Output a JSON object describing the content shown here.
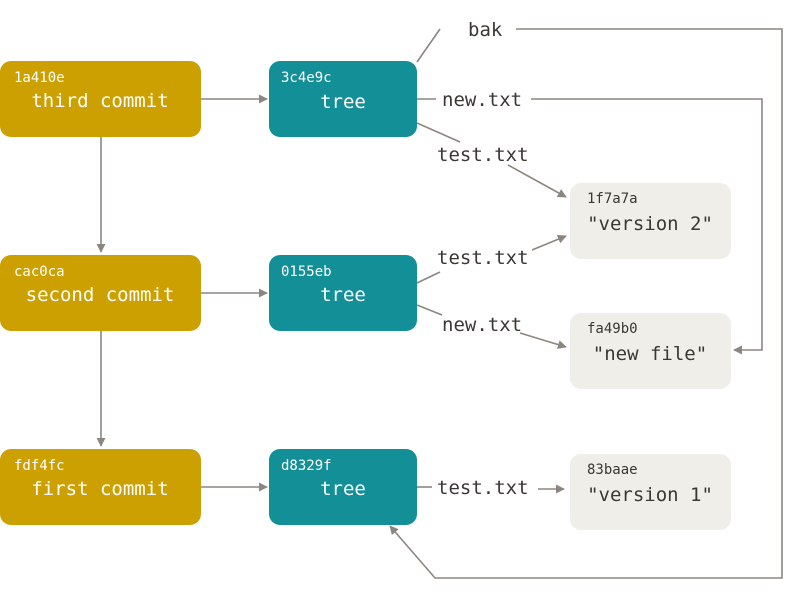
{
  "colors": {
    "commit": "#cca000",
    "tree": "#138f98",
    "blob": "#efeee8",
    "edge": "#8b8680",
    "light_text": "#ffffff",
    "dark_text": "#3a3734"
  },
  "commits": {
    "third": {
      "sha": "1a410e",
      "label": "third commit"
    },
    "second": {
      "sha": "cac0ca",
      "label": "second commit"
    },
    "first": {
      "sha": "fdf4fc",
      "label": "first commit"
    }
  },
  "trees": {
    "t3": {
      "sha": "3c4e9c",
      "label": "tree"
    },
    "t2": {
      "sha": "0155eb",
      "label": "tree"
    },
    "t1": {
      "sha": "d8329f",
      "label": "tree"
    }
  },
  "blobs": {
    "v2": {
      "sha": "1f7a7a",
      "label": "\"version 2\""
    },
    "nf": {
      "sha": "fa49b0",
      "label": "\"new file\""
    },
    "v1": {
      "sha": "83baae",
      "label": "\"version 1\""
    }
  },
  "edge_labels": {
    "bak": "bak",
    "t3_new": "new.txt",
    "t3_test": "test.txt",
    "t2_test": "test.txt",
    "t2_new": "new.txt",
    "t1_test": "test.txt"
  }
}
